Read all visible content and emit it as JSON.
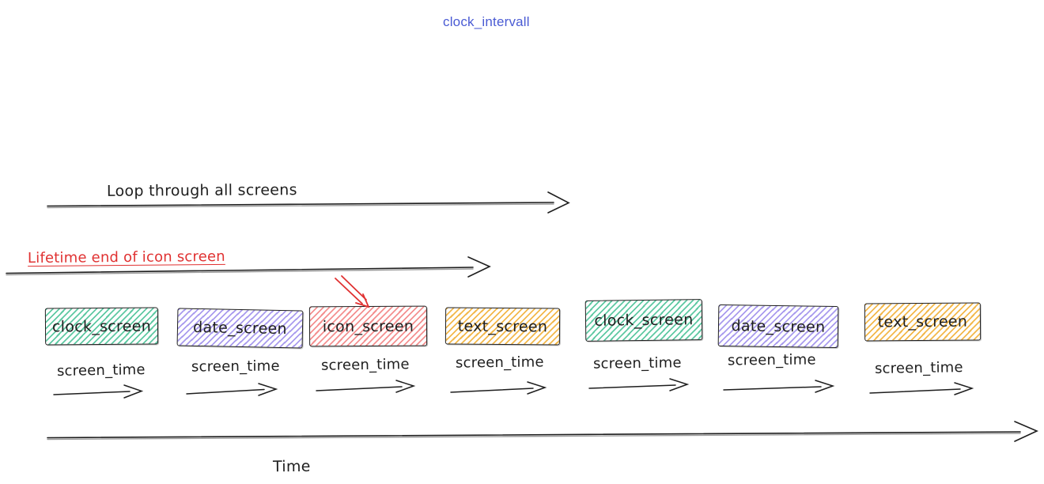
{
  "title": {
    "text": "clock_intervall",
    "color": "#4a5bd4"
  },
  "loop_arrow": {
    "label": "Loop through all screens"
  },
  "lifetime_arrow": {
    "label": "Lifetime end of icon screen",
    "color": "#e03131"
  },
  "time_axis": {
    "label": "Time"
  },
  "screen_time_label": "screen_time",
  "colors": {
    "stroke": "#1e1e1e",
    "annotation_red": "#e03131",
    "green_fill": "#5fc9a3",
    "purple_fill": "#a99bee",
    "red_fill": "#f49090",
    "yellow_fill": "#f3b84b"
  },
  "screens": [
    {
      "label": "clock_screen",
      "fill": "#5fc9a3"
    },
    {
      "label": "date_screen",
      "fill": "#a99bee"
    },
    {
      "label": "icon_screen",
      "fill": "#f49090",
      "pointed_by_red_arrow": true
    },
    {
      "label": "text_screen",
      "fill": "#f3b84b"
    },
    {
      "label": "clock_screen",
      "fill": "#5fc9a3"
    },
    {
      "label": "date_screen",
      "fill": "#a99bee"
    },
    {
      "label": "text_screen",
      "fill": "#f3b84b"
    }
  ]
}
